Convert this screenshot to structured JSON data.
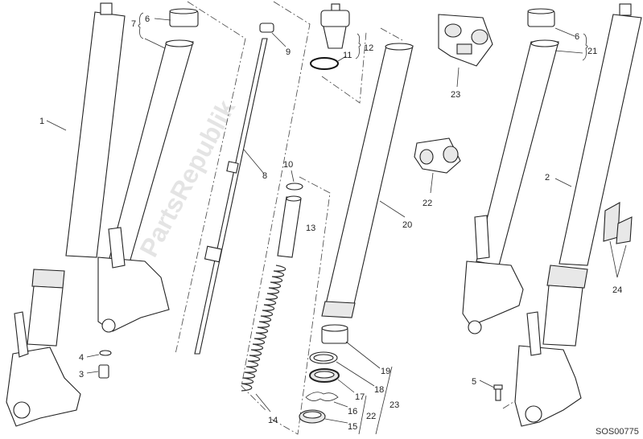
{
  "diagram": {
    "title_code": "SOS00775",
    "watermark": "PartsRepublik",
    "callouts": {
      "c1": "1",
      "c2": "2",
      "c3": "3",
      "c4": "4",
      "c5": "5",
      "c6a": "6",
      "c6b": "6",
      "c7": "7",
      "c8": "8",
      "c9": "9",
      "c10": "10",
      "c11": "11",
      "c12": "12",
      "c13": "13",
      "c14": "14",
      "c15": "15",
      "c16": "16",
      "c17": "17",
      "c18": "18",
      "c19": "19",
      "c20": "20",
      "c21": "21",
      "c22a": "22",
      "c22b": "22",
      "c23a": "23",
      "c23b": "23",
      "c24": "24"
    }
  }
}
